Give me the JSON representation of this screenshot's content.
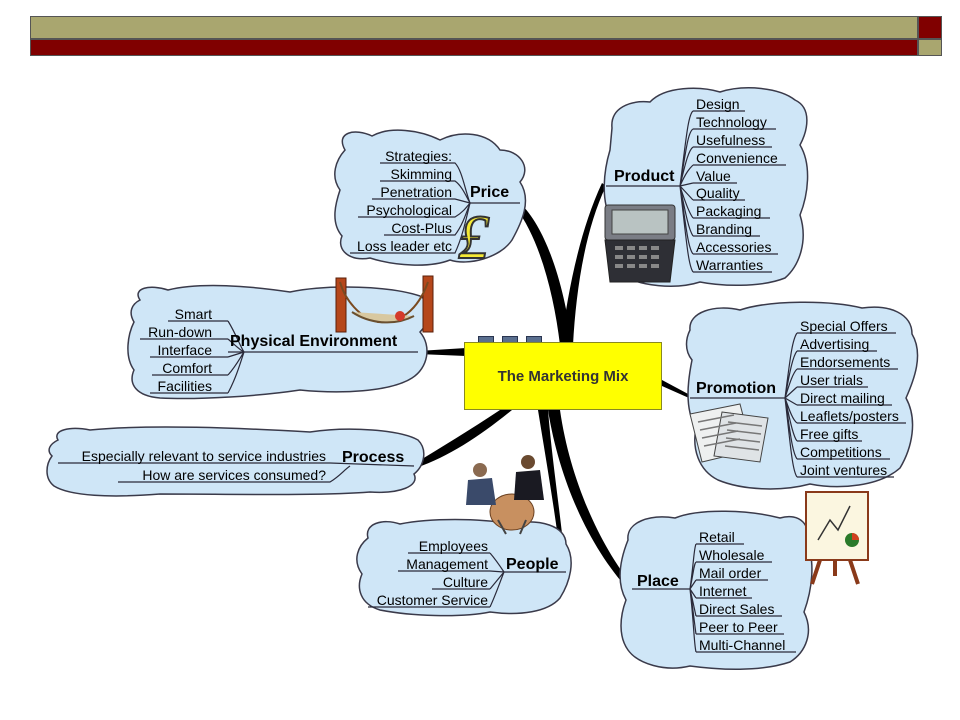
{
  "center": {
    "title": "The Marketing Mix"
  },
  "branches": {
    "price": {
      "title": "Price",
      "items": [
        "Strategies:",
        "Skimming",
        "Penetration",
        "Psychological",
        "Cost-Plus",
        "Loss leader etc"
      ],
      "icon": "pound-sign-icon"
    },
    "product": {
      "title": "Product",
      "items": [
        "Design",
        "Technology",
        "Usefulness",
        "Convenience",
        "Value",
        "Quality",
        "Packaging",
        "Branding",
        "Accessories",
        "Warranties"
      ],
      "icon": "handheld-device-icon"
    },
    "physical": {
      "title": "Physical Environment",
      "items": [
        "Smart",
        "Run-down",
        "Interface",
        "Comfort",
        "Facilities"
      ],
      "icon": "hammock-icon"
    },
    "promotion": {
      "title": "Promotion",
      "items": [
        "Special Offers",
        "Advertising",
        "Endorsements",
        "User trials",
        "Direct mailing",
        "Leaflets/posters",
        "Free gifts",
        "Competitions",
        "Joint ventures"
      ],
      "icon": "newspaper-icon"
    },
    "process": {
      "title": "Process",
      "items": [
        "Especially relevant to service industries",
        "How are services consumed?"
      ]
    },
    "people": {
      "title": "People",
      "items": [
        "Employees",
        "Management",
        "Culture",
        "Customer Service"
      ],
      "icon": "meeting-people-icon"
    },
    "place": {
      "title": "Place",
      "items": [
        "Retail",
        "Wholesale",
        "Mail order",
        "Internet",
        "Direct Sales",
        "Peer to Peer",
        "Multi-Channel"
      ],
      "icon": "flipchart-icon"
    }
  },
  "colors": {
    "cloud_fill": "#cfe6f7",
    "cloud_stroke": "#3a3a4a",
    "center_fill": "#ffff00",
    "bar_olive": "#a9a66f",
    "bar_maroon": "#800000"
  }
}
